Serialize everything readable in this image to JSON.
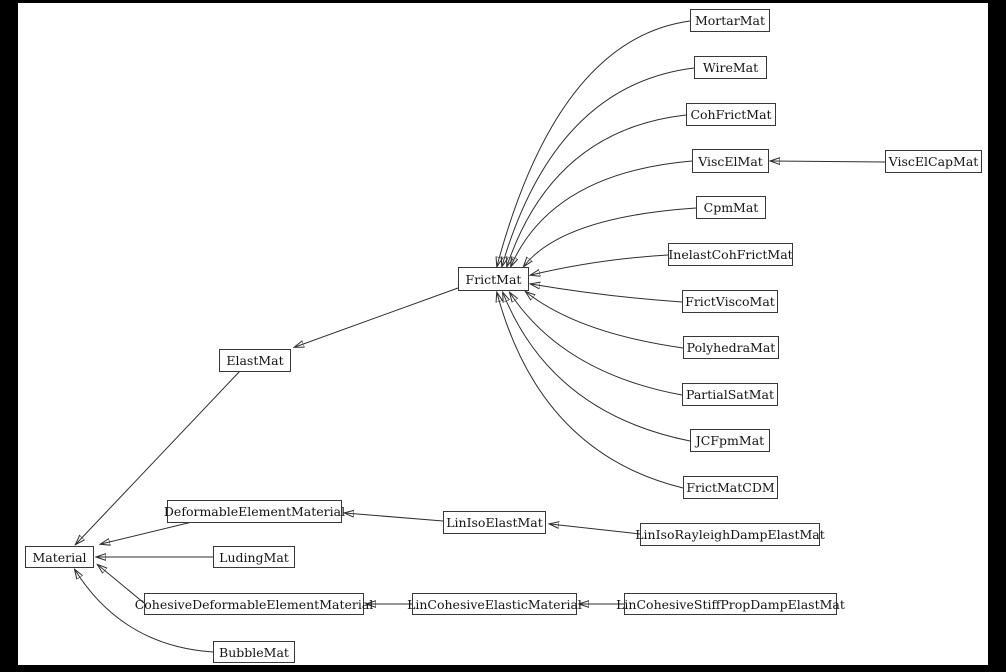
{
  "diagram": {
    "kind": "class-inheritance-graph",
    "colors": {
      "page_background": "#000000",
      "canvas_background": "#ffffff",
      "node_fill": "#fefefe",
      "node_border": "#383838",
      "edge": "#2e2e2e",
      "text": "#141414"
    },
    "nodes": [
      {
        "id": "Material",
        "label": "Material"
      },
      {
        "id": "ElastMat",
        "label": "ElastMat"
      },
      {
        "id": "FrictMat",
        "label": "FrictMat"
      },
      {
        "id": "MortarMat",
        "label": "MortarMat"
      },
      {
        "id": "WireMat",
        "label": "WireMat"
      },
      {
        "id": "CohFrictMat",
        "label": "CohFrictMat"
      },
      {
        "id": "ViscElMat",
        "label": "ViscElMat"
      },
      {
        "id": "ViscElCapMat",
        "label": "ViscElCapMat"
      },
      {
        "id": "CpmMat",
        "label": "CpmMat"
      },
      {
        "id": "InelastCohFrictMat",
        "label": "InelastCohFrictMat"
      },
      {
        "id": "FrictViscoMat",
        "label": "FrictViscoMat"
      },
      {
        "id": "PolyhedraMat",
        "label": "PolyhedraMat"
      },
      {
        "id": "PartialSatMat",
        "label": "PartialSatMat"
      },
      {
        "id": "JCFpmMat",
        "label": "JCFpmMat"
      },
      {
        "id": "FrictMatCDM",
        "label": "FrictMatCDM"
      },
      {
        "id": "DeformableElementMaterial",
        "label": "DeformableElementMaterial"
      },
      {
        "id": "LinIsoElastMat",
        "label": "LinIsoElastMat"
      },
      {
        "id": "LinIsoRayleighDampElastMat",
        "label": "LinIsoRayleighDampElastMat"
      },
      {
        "id": "LudingMat",
        "label": "LudingMat"
      },
      {
        "id": "CohesiveDeformableElementMaterial",
        "label": "CohesiveDeformableElementMaterial"
      },
      {
        "id": "LinCohesiveElasticMaterial",
        "label": "LinCohesiveElasticMaterial"
      },
      {
        "id": "LinCohesiveStiffPropDampElastMat",
        "label": "LinCohesiveStiffPropDampElastMat"
      },
      {
        "id": "BubbleMat",
        "label": "BubbleMat"
      }
    ],
    "edges": [
      {
        "from": "MortarMat",
        "to": "FrictMat"
      },
      {
        "from": "WireMat",
        "to": "FrictMat"
      },
      {
        "from": "CohFrictMat",
        "to": "FrictMat"
      },
      {
        "from": "ViscElMat",
        "to": "FrictMat"
      },
      {
        "from": "ViscElCapMat",
        "to": "ViscElMat"
      },
      {
        "from": "CpmMat",
        "to": "FrictMat"
      },
      {
        "from": "InelastCohFrictMat",
        "to": "FrictMat"
      },
      {
        "from": "FrictViscoMat",
        "to": "FrictMat"
      },
      {
        "from": "PolyhedraMat",
        "to": "FrictMat"
      },
      {
        "from": "PartialSatMat",
        "to": "FrictMat"
      },
      {
        "from": "JCFpmMat",
        "to": "FrictMat"
      },
      {
        "from": "FrictMatCDM",
        "to": "FrictMat"
      },
      {
        "from": "FrictMat",
        "to": "ElastMat"
      },
      {
        "from": "ElastMat",
        "to": "Material"
      },
      {
        "from": "DeformableElementMaterial",
        "to": "Material"
      },
      {
        "from": "LinIsoElastMat",
        "to": "DeformableElementMaterial"
      },
      {
        "from": "LinIsoRayleighDampElastMat",
        "to": "LinIsoElastMat"
      },
      {
        "from": "LudingMat",
        "to": "Material"
      },
      {
        "from": "CohesiveDeformableElementMaterial",
        "to": "Material"
      },
      {
        "from": "LinCohesiveElasticMaterial",
        "to": "CohesiveDeformableElementMaterial"
      },
      {
        "from": "LinCohesiveStiffPropDampElastMat",
        "to": "LinCohesiveElasticMaterial"
      },
      {
        "from": "BubbleMat",
        "to": "Material"
      }
    ]
  }
}
